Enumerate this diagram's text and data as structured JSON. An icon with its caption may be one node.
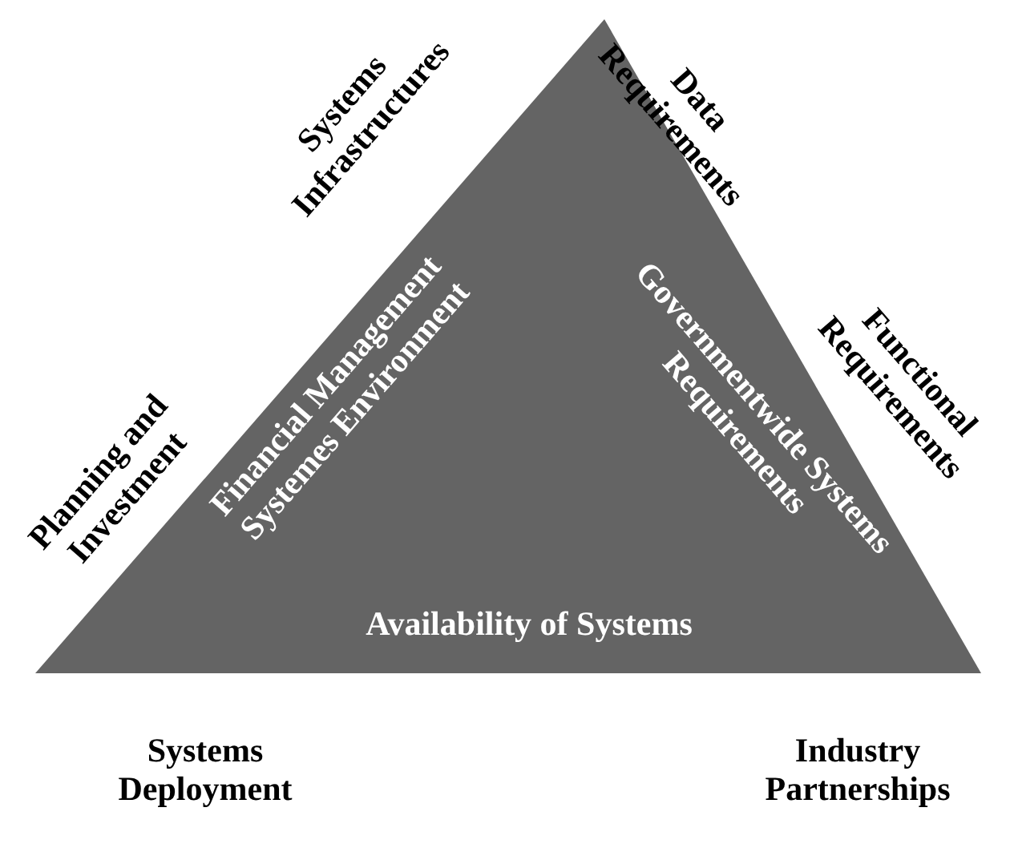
{
  "diagram": {
    "nodes": [
      {
        "text": [
          "Financial Management Systemes Environment",
          "Governmentwide Systems Requirements",
          "Availability of Systems"
        ]
      }
    ],
    "labels": [
      "Systems Infrastructures",
      "Data Requirements",
      "Planning and Investment",
      "Functional Requirements",
      "Systems Deployment",
      "Industry Partnerships"
    ]
  }
}
